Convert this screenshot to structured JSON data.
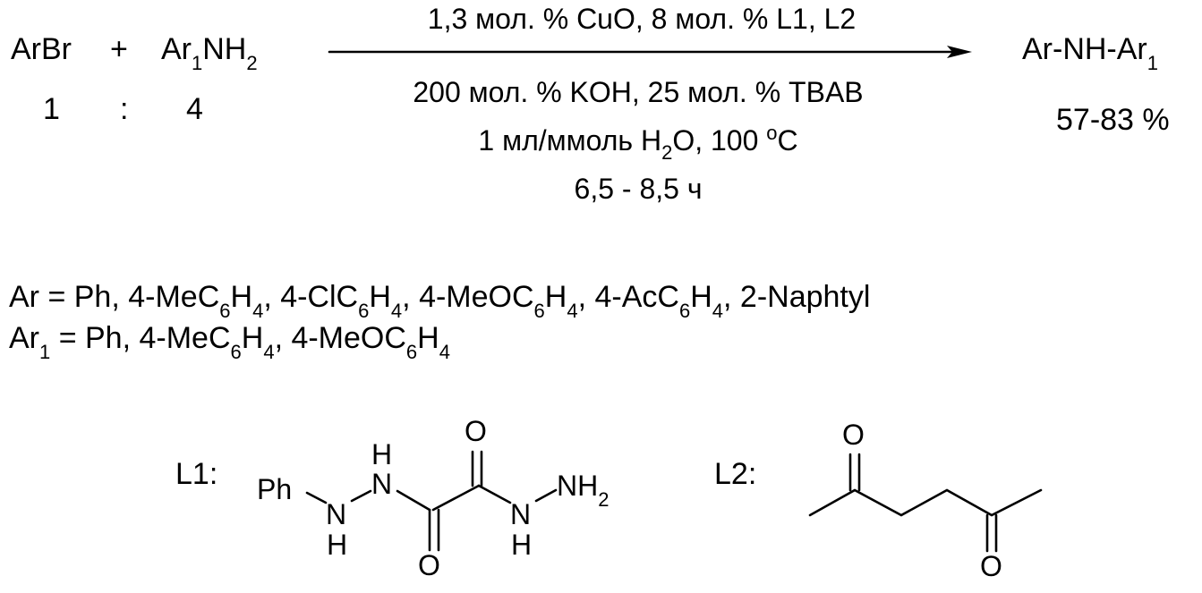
{
  "reaction": {
    "reactant1": "ArBr",
    "plus": "+",
    "reactant2": {
      "main": "Ar",
      "sub1": "1",
      "mid": "NH",
      "sub2": "2"
    },
    "ratio_left": "1",
    "ratio_colon": ":",
    "ratio_right": "4",
    "product": {
      "main": "Ar-NH-Ar",
      "sub": "1"
    },
    "yield": "57-83 %"
  },
  "conditions": {
    "above_arrow": "1,3 мол. % CuO, 8 мол. % L1, L2",
    "below_line1": "200 мол. % KOH, 25 мол. % TBAB",
    "below_line2": {
      "pre": "1 мл/ммоль H",
      "sub": "2",
      "mid": "O, 100 ",
      "sup": "o",
      "post": "C"
    },
    "below_line3": "6,5 - 8,5 ч"
  },
  "substituents": {
    "ar_line": {
      "p1": "Ar = Ph, 4-MeC",
      "s1": "6",
      "p2": "H",
      "s2": "4",
      "p3": ", 4-ClC",
      "s3": "6",
      "p4": "H",
      "s4": "4",
      "p5": ", 4-MeOC",
      "s5": "6",
      "p6": "H",
      "s6": "4",
      "p7": ", 4-AcC",
      "s7": "6",
      "p8": "H",
      "s8": "4",
      "p9": ", 2-Naphtyl"
    },
    "ar1_line": {
      "p1": "Ar",
      "s1": "1",
      "p2": " = Ph, 4-MeC",
      "s2": "6",
      "p3": "H",
      "s3": "4",
      "p4": ", 4-MeOC",
      "s4": "6",
      "p5": "H",
      "s5": "4"
    }
  },
  "ligands": {
    "L1": {
      "label": "L1:",
      "ph": "Ph",
      "atom_n": "N",
      "atom_h": "H",
      "atom_o": "O",
      "nh2": {
        "main": "NH",
        "sub": "2"
      }
    },
    "L2": {
      "label": "L2:",
      "atom_o": "O"
    }
  },
  "colors": {
    "ink": "#000000",
    "background": "#ffffff"
  }
}
